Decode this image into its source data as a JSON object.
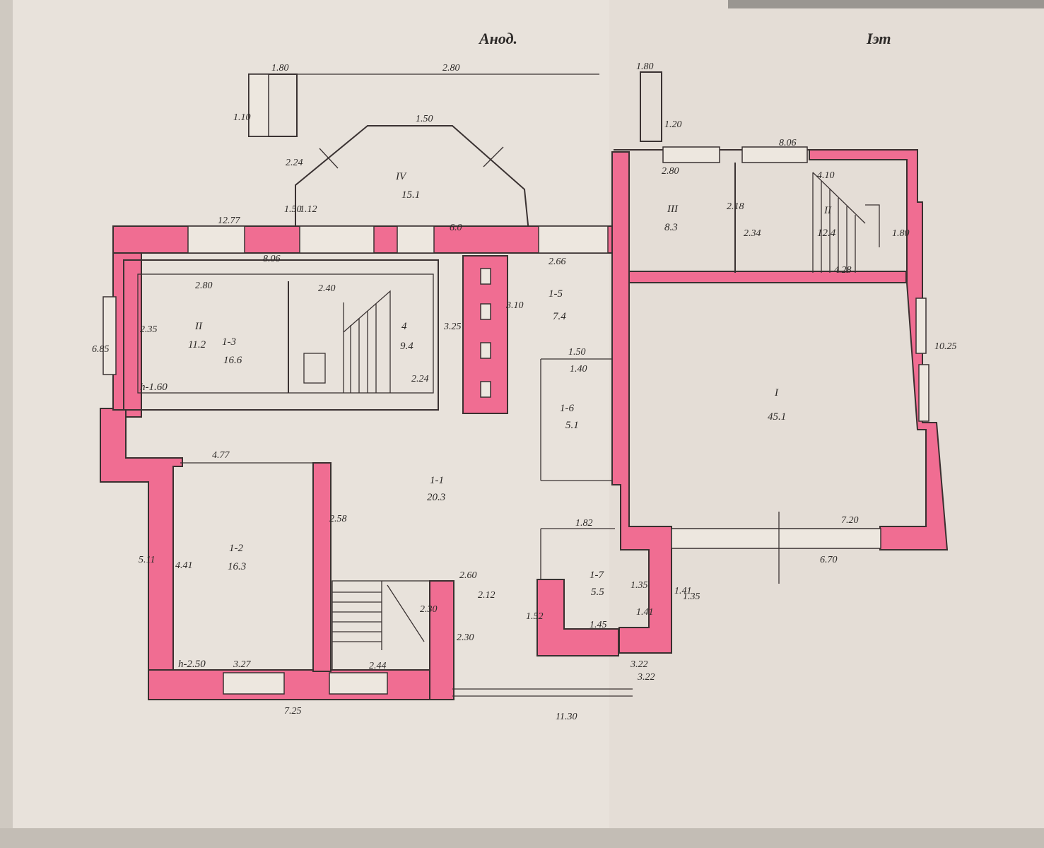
{
  "headers": {
    "left": "Анод.",
    "right": "Іэт"
  },
  "colors": {
    "paper": "#e9e3dc",
    "wall": "#f06d92",
    "ink": "#2d2a28"
  },
  "rooms_left": [
    {
      "id": "IV",
      "num": "IV",
      "area": "15.1"
    },
    {
      "id": "II",
      "num": "II",
      "area": "11.2"
    },
    {
      "id": "1-3",
      "num": "1-3",
      "area": "16.6"
    },
    {
      "id": "4",
      "num": "4",
      "area": "9.4"
    },
    {
      "id": "1-5",
      "num": "1-5",
      "area": "7.4"
    },
    {
      "id": "1-6",
      "num": "1-6",
      "area": "5.1"
    },
    {
      "id": "1-1",
      "num": "1-1",
      "area": "20.3"
    },
    {
      "id": "1-2",
      "num": "1-2",
      "area": "16.3"
    },
    {
      "id": "1-7",
      "num": "1-7",
      "area": "5.5"
    }
  ],
  "rooms_right": [
    {
      "id": "III",
      "num": "III",
      "area": "8.3"
    },
    {
      "id": "II-r",
      "num": "II",
      "area": "12.4"
    },
    {
      "id": "I",
      "num": "I",
      "area": "45.1"
    }
  ],
  "levels": {
    "basement": "h-1.60",
    "ground": "h-2.50"
  },
  "dims_left": {
    "top_porch_w": "1.80",
    "top_run": "2.80",
    "porch_h": "1.10",
    "bay_top": "1.50",
    "bay_side_l": "2.24",
    "bay_side_ll": "1.50",
    "bay_side_c": "1.12",
    "north_wall": "12.77",
    "north_mid": "6.0",
    "inner_top": "8.06",
    "room2_w": "2.80",
    "stair_w": "2.40",
    "west_h": "2.35",
    "west_outer": "6.85",
    "stair_h": "3.25",
    "stair_x": "2.24",
    "col_h": "3.25",
    "e5_h": "3.10",
    "e5_w": "2.66",
    "e6_top": "1.50",
    "e6_w": "1.40",
    "mid_w": "4.77",
    "south_wall_h": "5.11",
    "room_h": "4.41",
    "bottom_w1": "3.27",
    "bottom_stair": "2.44",
    "bottom_total": "7.25",
    "right_total": "11.30",
    "stair2_h": "2.30",
    "e7_w": "2.60",
    "e7_x": "2.12",
    "e7_h": "1.52",
    "e7_top": "1.82",
    "e7_in": "1.35",
    "e7_w2": "1.45",
    "corridor_h": "2.58",
    "dim_2_30": "2.30",
    "bot_right": "3.22",
    "e_side": "1.41"
  },
  "dims_right": {
    "porch_w": "1.80",
    "porch_h": "1.20",
    "top_w": "8.06",
    "r3_w": "2.80",
    "r3_h": "2.18",
    "r2_w": "4.10",
    "r2_h": "2.34",
    "r2_b": "4.28",
    "r2_e": "1.80",
    "east_h": "10.25",
    "south_in": "7.20",
    "south_out": "6.70",
    "sw_h": "1.35",
    "sw_h2": "1.41",
    "sw_b": "3.22"
  }
}
